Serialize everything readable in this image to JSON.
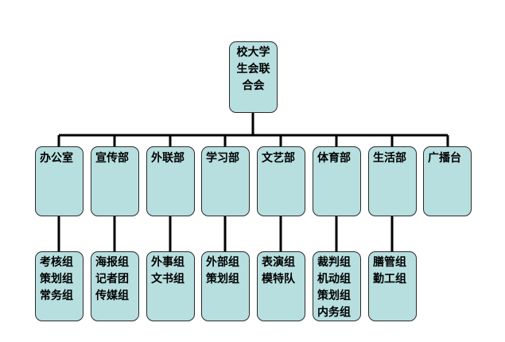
{
  "root": {
    "lines": [
      "校大学",
      "生会联",
      "合会"
    ]
  },
  "departments": [
    {
      "name": "办公室",
      "groups": [
        "考核组",
        "策划组",
        "常务组"
      ]
    },
    {
      "name": "宣传部",
      "groups": [
        "海报组",
        "记者团",
        "传媒组"
      ]
    },
    {
      "name": "外联部",
      "groups": [
        "外事组",
        "文书组"
      ]
    },
    {
      "name": "学习部",
      "groups": [
        "外部组",
        "策划组"
      ]
    },
    {
      "name": "文艺部",
      "groups": [
        "表演组",
        "模特队"
      ]
    },
    {
      "name": "体育部",
      "groups": [
        "裁判组",
        "机动组",
        "策划组",
        "内务组"
      ]
    },
    {
      "name": "生活部",
      "groups": [
        "膳管组",
        "勤工组"
      ]
    },
    {
      "name": "广播台",
      "groups": []
    }
  ],
  "colors": {
    "box_fill": "#b8dfe0",
    "border": "#2a2a2a",
    "connector": "#000000"
  }
}
